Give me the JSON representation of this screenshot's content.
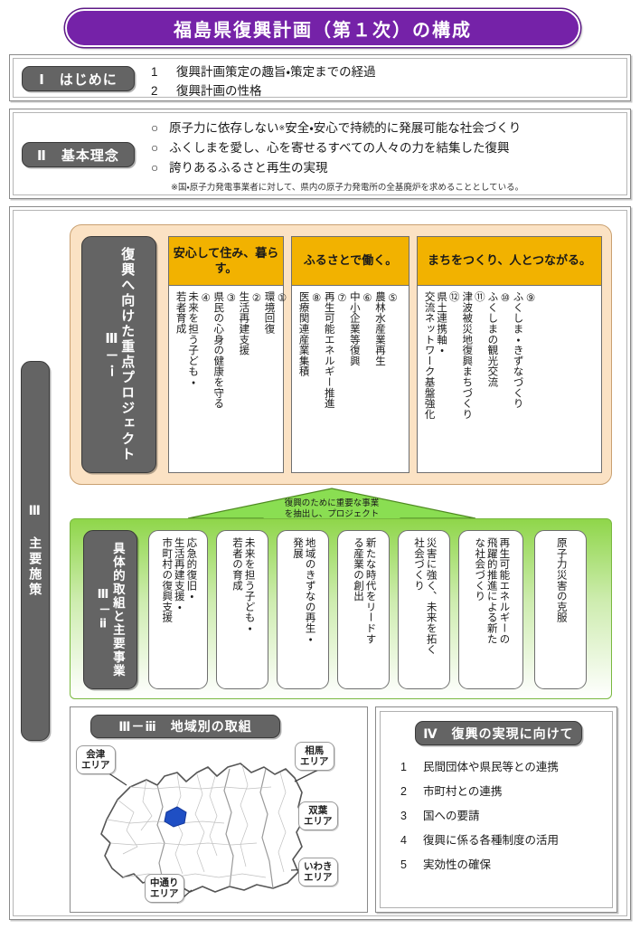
{
  "title": "福島県復興計画（第１次）の構成",
  "section1": {
    "label": "Ⅰ　はじめに",
    "items": [
      {
        "no": "1",
        "text": "復興計画策定の趣旨・策定までの経過"
      },
      {
        "no": "2",
        "text": "復興計画の性格"
      }
    ]
  },
  "section2": {
    "label": "Ⅱ　基本理念",
    "bullet": "○",
    "items": [
      {
        "text": "原子力に依存しない",
        "sup": "※",
        "tail": "安全・安心で持続的に発展可能な社会づくり"
      },
      {
        "text": "ふくしまを愛し、心を寄せるすべての人々の力を結集した復興",
        "sup": "",
        "tail": ""
      },
      {
        "text": "誇りあるふるさと再生の実現",
        "sup": "",
        "tail": ""
      }
    ],
    "note": "※国・原子力発電事業者に対して、県内の原子力発電所の全基廃炉を求めることとしている。"
  },
  "section3": {
    "label": "Ⅲ　主要施策",
    "sub_i": {
      "label": "Ⅲ－ｉ　復興へ向けた重点プロジェクト",
      "label_line1": "Ⅲ－ｉ",
      "label_line2": "復興へ向けた重点プロジェクト",
      "columns": [
        {
          "heading": "安心して住み、暮らす。",
          "items": [
            {
              "no": "①",
              "lines": [
                "環境回復"
              ]
            },
            {
              "no": "②",
              "lines": [
                "生活再建支援"
              ]
            },
            {
              "no": "③",
              "lines": [
                "県民の心身の健康を守る"
              ]
            },
            {
              "no": "④",
              "lines": [
                "未来を担う子ども・",
                "若者育成"
              ]
            }
          ]
        },
        {
          "heading": "ふるさとで働く。",
          "items": [
            {
              "no": "⑤",
              "lines": [
                "農林水産業再生"
              ]
            },
            {
              "no": "⑥",
              "lines": [
                "中小企業等復興"
              ]
            },
            {
              "no": "⑦",
              "lines": [
                "再生可能エネルギー推進"
              ]
            },
            {
              "no": "⑧",
              "lines": [
                "医療関連産業集積"
              ]
            }
          ]
        },
        {
          "heading": "まちをつくり、人とつながる。",
          "items": [
            {
              "no": "⑨",
              "lines": [
                "ふくしま・きずなづくり"
              ]
            },
            {
              "no": "⑩",
              "lines": [
                "ふくしまの観光交流"
              ]
            },
            {
              "no": "⑪",
              "lines": [
                "津波被災地復興まちづくり"
              ]
            },
            {
              "no": "⑫",
              "lines": [
                "県土連携軸・",
                "交流ネットワーク基盤強化"
              ]
            }
          ]
        }
      ]
    },
    "arrow_note": "復興のために重要な事業\nを抽出し、プロジェクト\nとして示した。",
    "arrow_note_lines": [
      "復興のために重要な事業",
      "を抽出し、プロジェクト",
      "として示した。"
    ],
    "sub_ii": {
      "label": "Ⅲ－ⅱ　具体的取組と主要事業",
      "label_line1": "Ⅲ－ⅱ",
      "label_line2": "具体的取組と主要事業",
      "items": [
        {
          "lines": [
            "応急的復旧・",
            "生活再建支援・",
            "市町村の復興支援"
          ]
        },
        {
          "lines": [
            "未来を担う子ども・",
            "若者の育成"
          ]
        },
        {
          "lines": [
            "地域のきずなの再生・",
            "発展"
          ]
        },
        {
          "lines": [
            "新たな時代をリードす",
            "る産業の創出"
          ]
        },
        {
          "lines": [
            "災害に強く、未来を拓く",
            "社会づくり"
          ]
        },
        {
          "lines": [
            "再生可能エネルギーの",
            "飛躍的推進による新た",
            "な社会づくり"
          ]
        },
        {
          "lines": [
            "原子力災害の克服"
          ]
        }
      ]
    },
    "sub_iii": {
      "label": "Ⅲ－ⅲ　地域別の取組",
      "areas": [
        {
          "name": "会津エリア",
          "line1": "会津",
          "line2": "エリア"
        },
        {
          "name": "相馬エリア",
          "line1": "相馬",
          "line2": "エリア"
        },
        {
          "name": "双葉エリア",
          "line1": "双葉",
          "line2": "エリア"
        },
        {
          "name": "いわきエリア",
          "line1": "いわき",
          "line2": "エリア"
        },
        {
          "name": "中通りエリア",
          "line1": "中通り",
          "line2": "エリア"
        }
      ]
    }
  },
  "section4": {
    "label": "Ⅳ　復興の実現に向けて",
    "items": [
      {
        "no": "1",
        "text": "民間団体や県民等との連携"
      },
      {
        "no": "2",
        "text": "市町村との連携"
      },
      {
        "no": "3",
        "text": "国への要請"
      },
      {
        "no": "4",
        "text": "復興に係る各種制度の活用"
      },
      {
        "no": "5",
        "text": "実効性の確保"
      }
    ]
  },
  "colors": {
    "title_purple": "#7522a8",
    "chip_gray": "#646464",
    "orange_panel": "#fbe2c4",
    "orange_head": "#f2b200",
    "green_panel": "#8fd64a",
    "arrow_green": "#8ade52",
    "map_marker_blue": "#1f4fc4"
  }
}
